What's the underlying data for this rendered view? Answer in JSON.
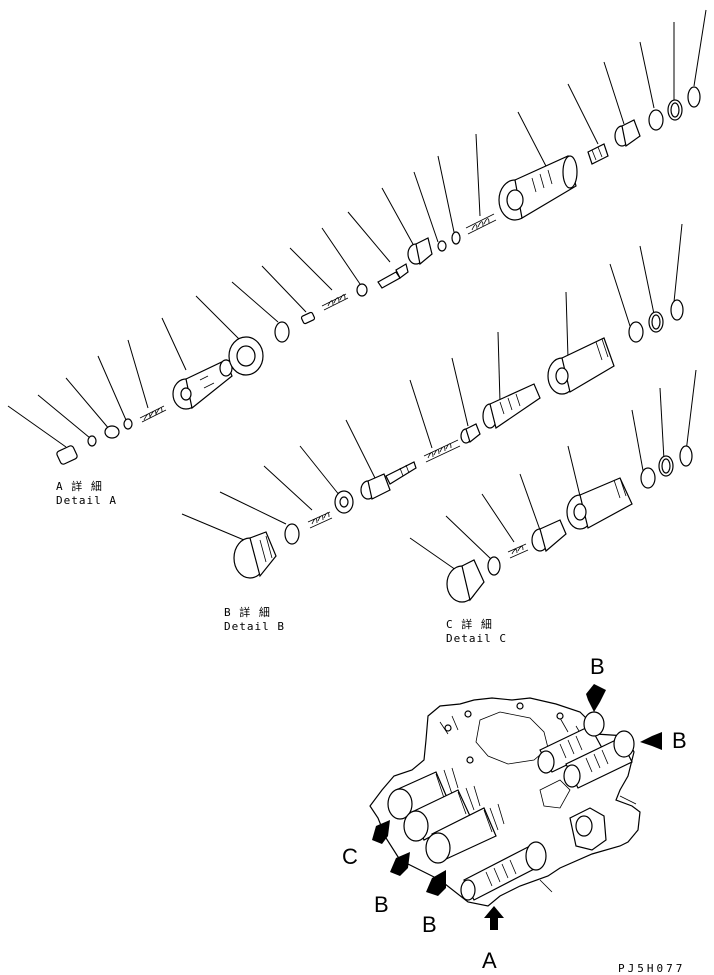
{
  "details": {
    "a": {
      "line1": "A 詳 細",
      "line2": "Detail A"
    },
    "b": {
      "line1": "B 詳 細",
      "line2": "Detail B"
    },
    "c": {
      "line1": "C 詳 細",
      "line2": "Detail C"
    }
  },
  "callouts": [
    "B",
    "B",
    "C",
    "B",
    "B",
    "A"
  ],
  "reference_code": "PJ5H077"
}
